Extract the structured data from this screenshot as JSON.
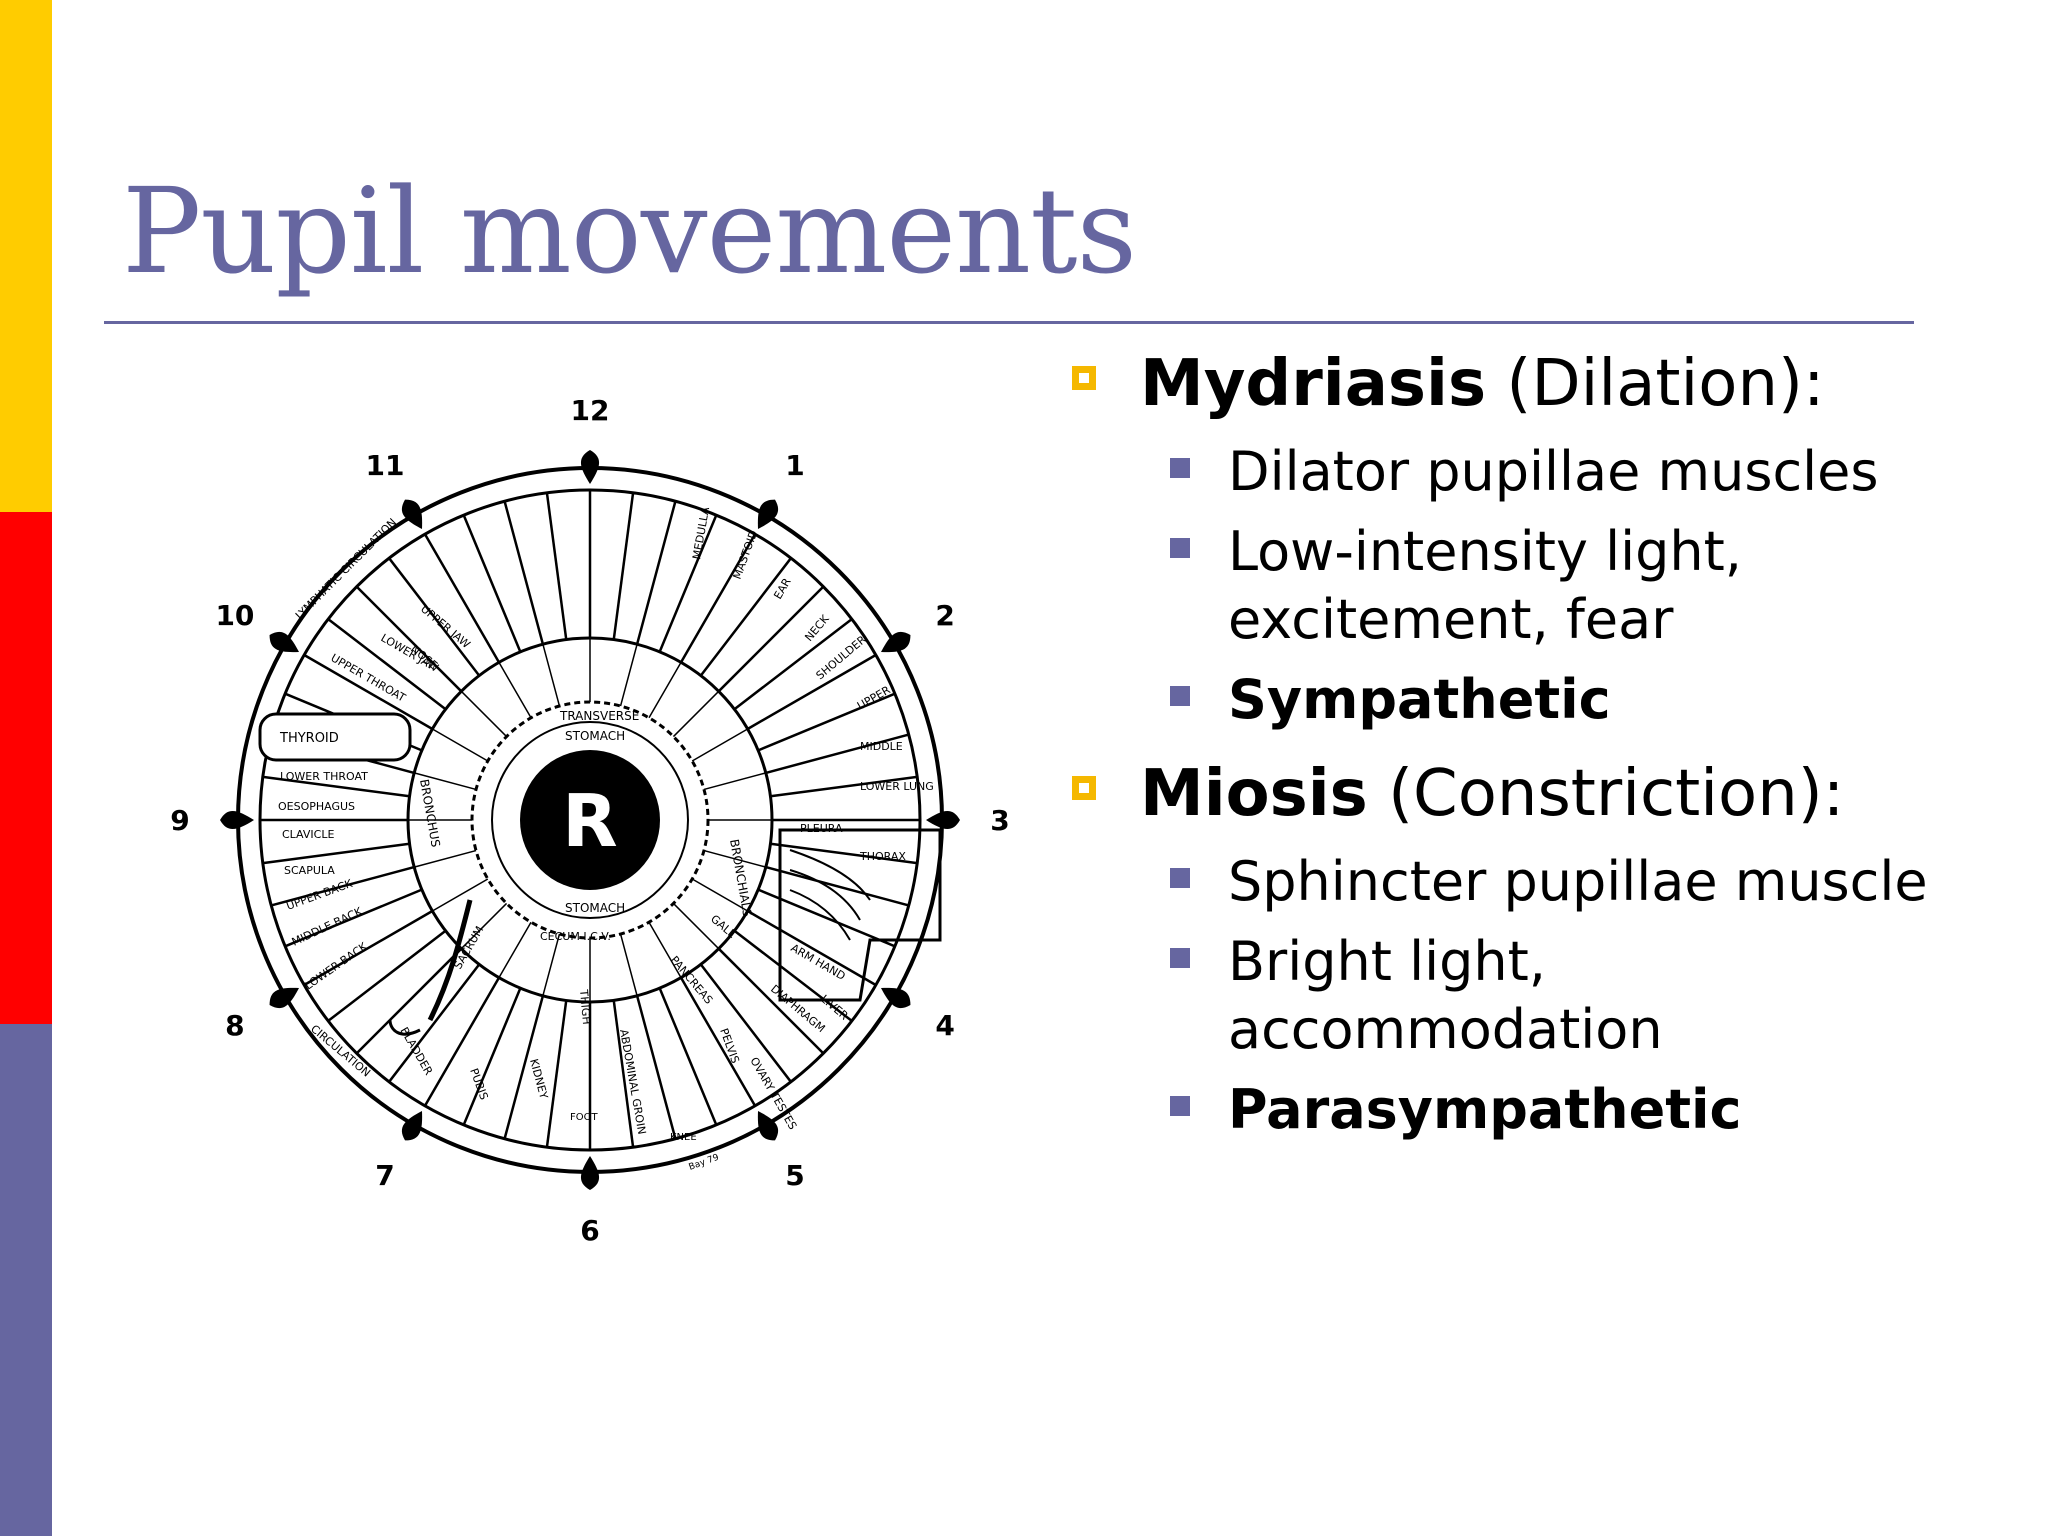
{
  "slide": {
    "title": "Pupil movements"
  },
  "bullets": {
    "mydriasis": {
      "term": "Mydriasis",
      "detail": " (Dilation):",
      "items": [
        "Dilator pupillae muscles",
        "Low-intensity light, excitement, fear",
        "Sympathetic"
      ]
    },
    "miosis": {
      "term": "Miosis",
      "detail": " (Constriction):",
      "items": [
        "Sphincter pupillae muscle",
        "Bright light, accommodation",
        "Parasympathetic"
      ]
    }
  },
  "diagram": {
    "center_letter": "R",
    "clock_numbers": [
      "12",
      "1",
      "2",
      "3",
      "4",
      "5",
      "6",
      "7",
      "8",
      "9",
      "10",
      "11"
    ],
    "labels": {
      "transverse": "TRANSVERSE",
      "stomach_top": "STOMACH",
      "stomach_bottom": "STOMACH",
      "cecum": "CECUM I.C.V.",
      "thyroid": "THYROID",
      "lower_throat": "LOWER THROAT",
      "oesophagus": "OESOPHAGUS",
      "clavicle": "CLAVICLE",
      "scapula": "SCAPULA",
      "upper_back": "UPPER BACK",
      "middle_back": "MIDDLE BACK",
      "lower_back": "LOWER BACK",
      "pleura": "PLEURA",
      "thorax": "THORAX",
      "lower_lung": "LOWER LUNG",
      "middle": "MIDDLE",
      "upper": "UPPER",
      "shoulder": "SHOULDER",
      "neck": "NECK",
      "arm_hand": "ARM HAND",
      "liver": "LIVER",
      "bronchials": "BRONCHIALS",
      "bronchus": "BRONCHUS",
      "upper_throat": "UPPER THROAT",
      "lower_jaw": "LOWER JAW",
      "upper_jaw": "UPPER JAW",
      "nose": "NOSE",
      "lymphatic": "LYMPHATIC CIRCULATION",
      "circulation": "CIRCULATION",
      "sacrum": "SACRUM",
      "bladder": "BLADDER",
      "pubis": "PUBIS",
      "kidney": "KIDNEY",
      "foot": "FOOT",
      "groin": "ABDOMINAL GROIN",
      "pelvis": "PELVIS",
      "ovary": "OVARY TESTES",
      "thigh": "THIGH",
      "gall": "GALL",
      "pancreas": "PANCREAS",
      "diaphragm": "DIAPHRAGM",
      "ear": "EAR",
      "mastoid": "MASTOID",
      "medulla": "MEDULLA",
      "knee": "KNEE",
      "signature": "Bay 79"
    }
  }
}
